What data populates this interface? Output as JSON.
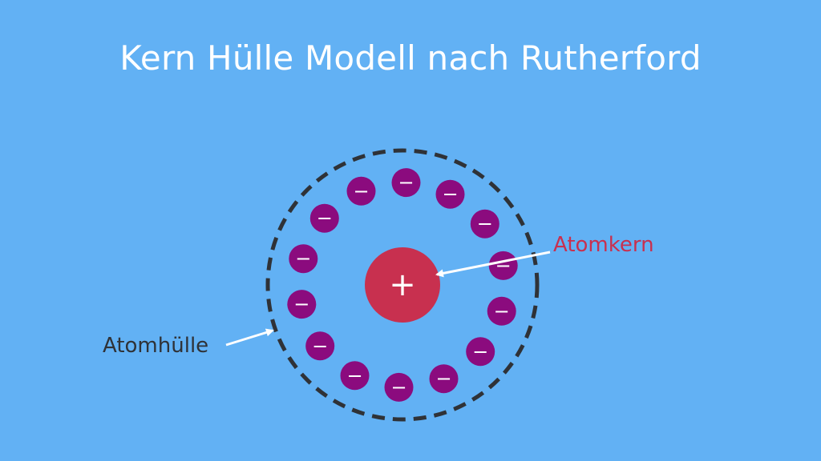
{
  "title": "Kern Hülle Modell nach Rutherford",
  "labels": {
    "nucleus": "Atomkern",
    "shell": "Atomhülle"
  },
  "symbols": {
    "nucleus": "+",
    "electron": "−"
  },
  "electron_count": 14,
  "colors": {
    "background": "#62b1f4",
    "nucleus": "#c8304f",
    "electron": "#8b0b7e",
    "shell_outline": "#2f3237",
    "nucleus_label": "#c8304f",
    "shell_label": "#2f3237",
    "title": "#ffffff",
    "arrow": "#ffffff"
  }
}
